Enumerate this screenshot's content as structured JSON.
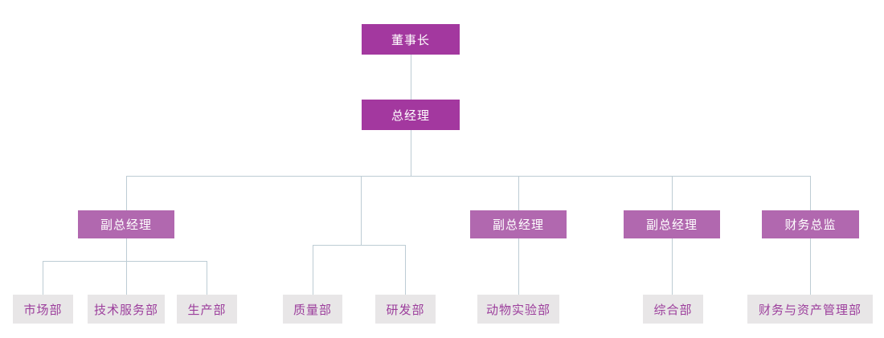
{
  "org": {
    "colors": {
      "executive_box": "#a3389f",
      "executive_text": "#ffffff",
      "manager_box": "#b168af",
      "manager_text": "#ffffff",
      "department_box": "#e8e6e7",
      "department_text": "#9c3e9c",
      "connector_line": "#bdccd4"
    },
    "nodes": {
      "chairman": {
        "label": "董事长",
        "role": "executive"
      },
      "general_manager": {
        "label": "总经理",
        "role": "executive"
      },
      "vp1": {
        "label": "副总经理",
        "role": "manager"
      },
      "vp2": {
        "label": "副总经理",
        "role": "manager"
      },
      "vp3": {
        "label": "副总经理",
        "role": "manager"
      },
      "cfo": {
        "label": "财务总监",
        "role": "manager"
      },
      "market_dept": {
        "label": "市场部",
        "role": "department"
      },
      "tech_service_dept": {
        "label": "技术服务部",
        "role": "department"
      },
      "production_dept": {
        "label": "生产部",
        "role": "department"
      },
      "quality_dept": {
        "label": "质量部",
        "role": "department"
      },
      "rnd_dept": {
        "label": "研发部",
        "role": "department"
      },
      "animal_lab_dept": {
        "label": "动物实验部",
        "role": "department"
      },
      "general_affairs_dept": {
        "label": "综合部",
        "role": "department"
      },
      "finance_asset_dept": {
        "label": "财务与资产管理部",
        "role": "department"
      }
    },
    "edges": [
      [
        "chairman",
        "general_manager"
      ],
      [
        "general_manager",
        "vp1"
      ],
      [
        "general_manager",
        "quality_dept"
      ],
      [
        "general_manager",
        "rnd_dept"
      ],
      [
        "general_manager",
        "vp2"
      ],
      [
        "general_manager",
        "vp3"
      ],
      [
        "general_manager",
        "cfo"
      ],
      [
        "vp1",
        "market_dept"
      ],
      [
        "vp1",
        "tech_service_dept"
      ],
      [
        "vp1",
        "production_dept"
      ],
      [
        "vp2",
        "animal_lab_dept"
      ],
      [
        "vp3",
        "general_affairs_dept"
      ],
      [
        "cfo",
        "finance_asset_dept"
      ]
    ]
  }
}
